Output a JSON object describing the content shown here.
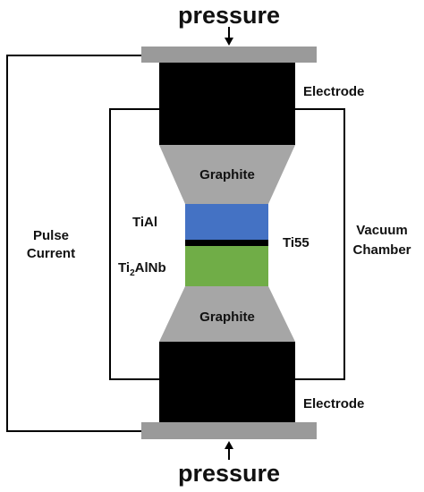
{
  "labels": {
    "pressure_top": "pressure",
    "pressure_bottom": "pressure",
    "electrode_top": "Electrode",
    "electrode_bottom": "Electrode",
    "graphite_top": "Graphite",
    "graphite_bottom": "Graphite",
    "tial": "TiAl",
    "ti55": "Ti55",
    "ti2alnb_prefix": "Ti",
    "ti2alnb_sub": "2",
    "ti2alnb_suffix": "AlNb",
    "pulse": "Pulse",
    "current": "Current",
    "vacuum": "Vacuum",
    "chamber": "Chamber"
  },
  "colors": {
    "plate": "#9a9a9a",
    "electrode": "#000000",
    "graphite": "#a6a6a6",
    "tial": "#4472c4",
    "interlayer": "#000000",
    "ti2alnb": "#70ad47",
    "wire": "#000000"
  }
}
